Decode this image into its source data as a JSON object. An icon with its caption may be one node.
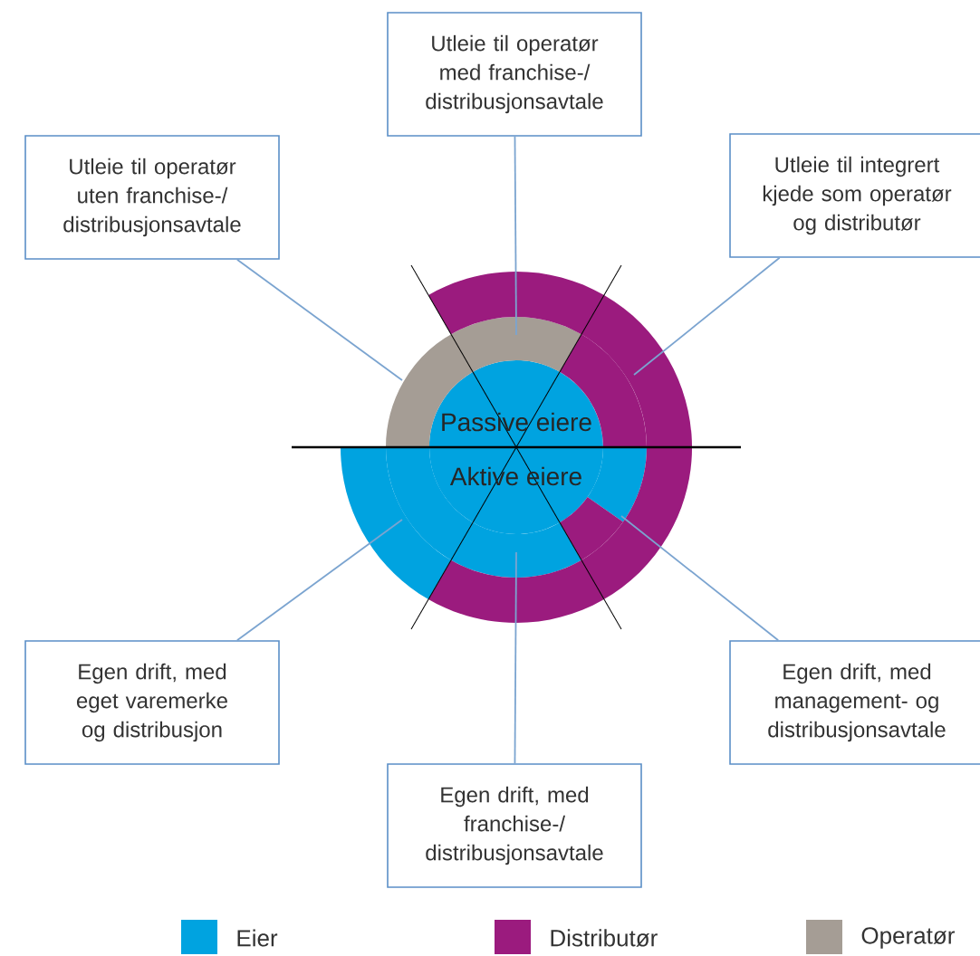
{
  "diagram": {
    "nodes": [
      {
        "text": [
          "Utleie til operatør uten franchise-/ distribusjonsavtale"
        ]
      },
      {
        "text": [
          "Utleie til operatør med franchise-/ distribusjonsavtale"
        ]
      },
      {
        "text": [
          "Utleie til integrert kjede som operatør og distributør"
        ]
      },
      {
        "text": [
          "Egen drift, med eget varemerke og distribusjon"
        ]
      },
      {
        "text": [
          "Egen drift, med franchise-/ distribusjonsavtale"
        ]
      },
      {
        "text": [
          "Egen drift, med management- og distribusjonsavtale"
        ]
      },
      {
        "text": [
          "Passive eiere",
          "Aktive eiere"
        ]
      }
    ],
    "edges": [
      {
        "from": 0,
        "to": 6,
        "arrow": "none"
      },
      {
        "from": 1,
        "to": 6,
        "arrow": "none"
      },
      {
        "from": 2,
        "to": 6,
        "arrow": "none"
      },
      {
        "from": 3,
        "to": 6,
        "arrow": "none"
      },
      {
        "from": 4,
        "to": 6,
        "arrow": "none"
      },
      {
        "from": 5,
        "to": 6,
        "arrow": "none"
      }
    ],
    "legend": [
      {
        "text": "Eier",
        "color": "#00a3e0"
      },
      {
        "text": "Distributør",
        "color": "#9b1b7e"
      },
      {
        "text": "Operatør",
        "color": "#a59d95"
      }
    ]
  }
}
